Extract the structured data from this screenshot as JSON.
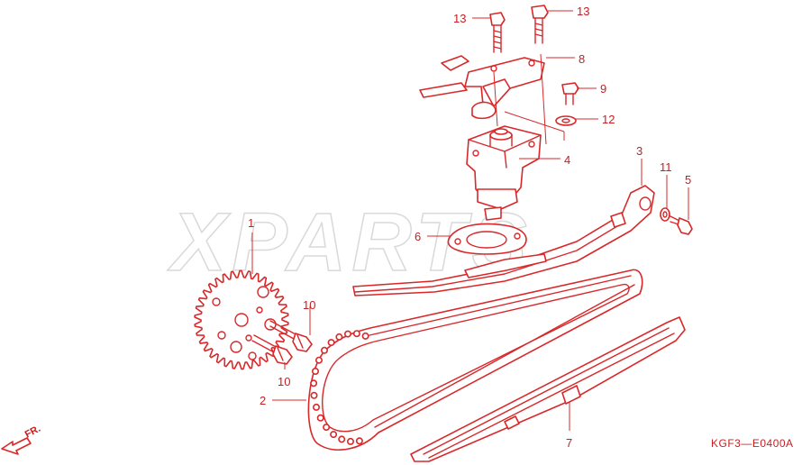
{
  "watermark": "XPARTS",
  "diagram_code": "KGF3—E0400A",
  "front_marker": "FR.",
  "callouts": [
    {
      "id": "p1",
      "label": "1"
    },
    {
      "id": "p2",
      "label": "2"
    },
    {
      "id": "p3",
      "label": "3"
    },
    {
      "id": "p4",
      "label": "4"
    },
    {
      "id": "p5",
      "label": "5"
    },
    {
      "id": "p6",
      "label": "6"
    },
    {
      "id": "p7",
      "label": "7"
    },
    {
      "id": "p8",
      "label": "8"
    },
    {
      "id": "p9",
      "label": "9"
    },
    {
      "id": "p10a",
      "label": "10"
    },
    {
      "id": "p10b",
      "label": "10"
    },
    {
      "id": "p11",
      "label": "11"
    },
    {
      "id": "p12",
      "label": "12"
    },
    {
      "id": "p13a",
      "label": "13"
    },
    {
      "id": "p13b",
      "label": "13"
    }
  ],
  "colors": {
    "line": "#d8282a",
    "text": "#c81d22",
    "watermark": "#d9d9d9"
  }
}
